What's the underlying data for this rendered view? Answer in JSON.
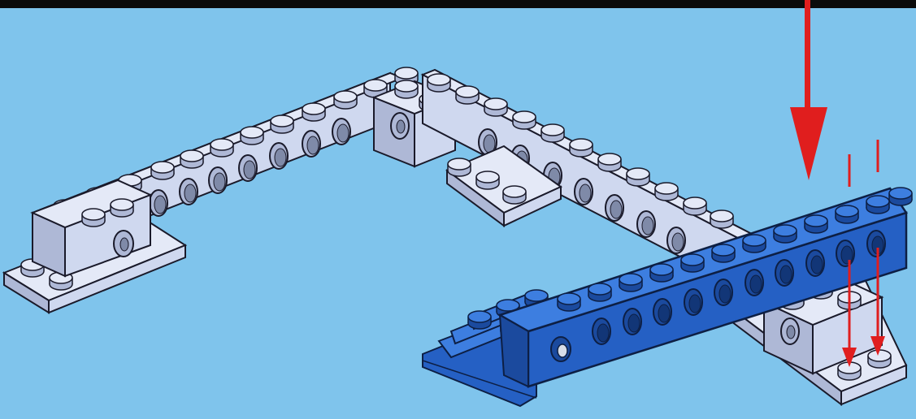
{
  "scene": {
    "description_visible_text": "",
    "colors": {
      "background": "#7fc4ec",
      "top_bar": "#0b0b0b",
      "light_brick": "#cfd8ef",
      "light_brick_top": "#e4e9f7",
      "light_brick_shade": "#aeb8d6",
      "blue_brick": "#2560c4",
      "blue_brick_top": "#3d7ee0",
      "blue_brick_shade": "#1b4a9e",
      "outline": "#1a1a2a",
      "arrow": "#e01e1e"
    },
    "icons": [
      "technic-brick-light",
      "technic-brick-blue",
      "plate-light",
      "down-arrow-large",
      "down-arrow-small"
    ]
  }
}
